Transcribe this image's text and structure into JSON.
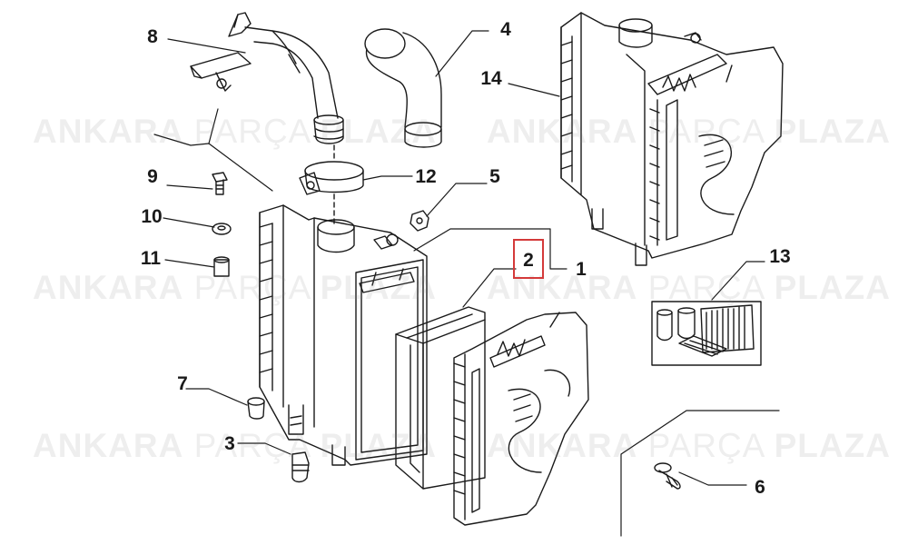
{
  "callouts": [
    {
      "id": "1",
      "label": "1"
    },
    {
      "id": "2",
      "label": "2"
    },
    {
      "id": "3",
      "label": "3"
    },
    {
      "id": "4",
      "label": "4"
    },
    {
      "id": "5",
      "label": "5"
    },
    {
      "id": "6",
      "label": "6"
    },
    {
      "id": "7",
      "label": "7"
    },
    {
      "id": "8",
      "label": "8"
    },
    {
      "id": "9",
      "label": "9"
    },
    {
      "id": "10",
      "label": "10"
    },
    {
      "id": "11",
      "label": "11"
    },
    {
      "id": "12",
      "label": "12"
    },
    {
      "id": "13",
      "label": "13"
    },
    {
      "id": "14",
      "label": "14"
    }
  ],
  "highlighted_part": "2",
  "watermark": {
    "bold_left": "ANKARA",
    "thin_mid": "PARÇA",
    "bold_right": "PLAZA"
  },
  "colors": {
    "line": "#1a1a1a",
    "highlight": "#d43a3a",
    "watermark": "#e6e6e6"
  }
}
